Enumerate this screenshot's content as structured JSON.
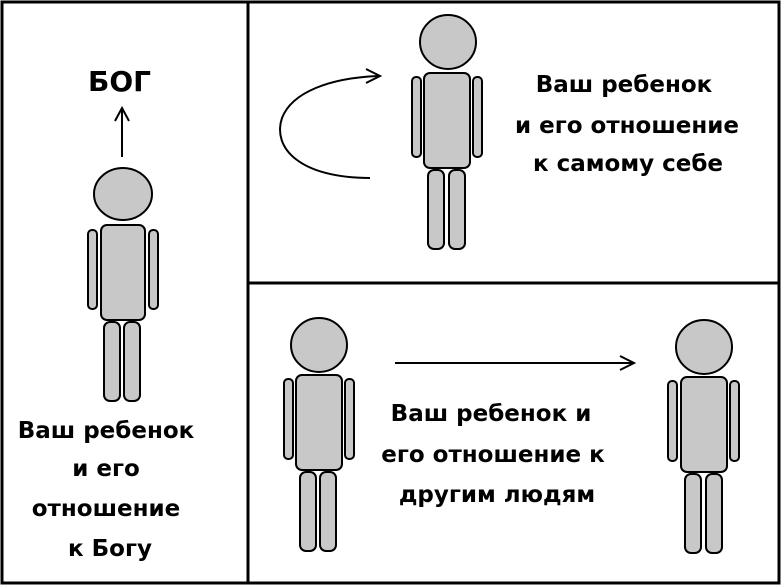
{
  "panels": {
    "god": {
      "label": "БОГ",
      "caption": [
        "Ваш ребенок",
        "и его",
        "отношение",
        "к Богу"
      ]
    },
    "self": {
      "caption": [
        "Ваш ребенок",
        "и его отношение",
        "к самому себе"
      ]
    },
    "others": {
      "caption": [
        "Ваш ребенок и",
        "его отношение к",
        "другим людям"
      ]
    }
  },
  "colors": {
    "figure_fill": "#c8c8c8",
    "stroke": "#000000",
    "background": "#ffffff"
  }
}
